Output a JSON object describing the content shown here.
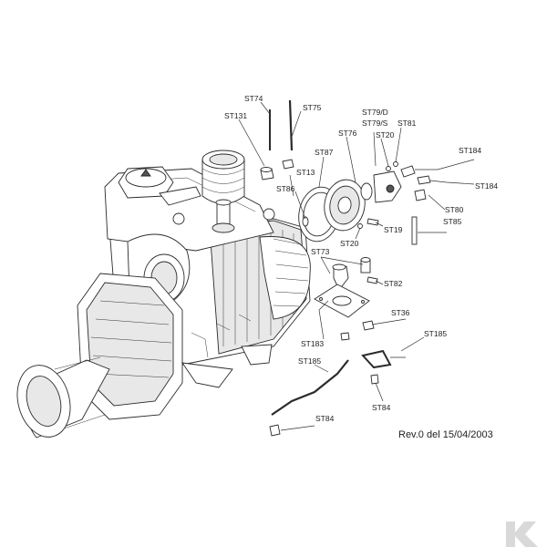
{
  "diagram": {
    "labels": {
      "st74": "ST74",
      "st131": "ST131",
      "st75": "ST75",
      "st79d": "ST79/D",
      "st79s": "ST79/S",
      "st81": "ST81",
      "st76": "ST76",
      "st20a": "ST20",
      "st87": "ST87",
      "st184a": "ST184",
      "st184b": "ST184",
      "st13": "ST13",
      "st86": "ST86",
      "st80": "ST80",
      "st85": "ST85",
      "st19": "ST19",
      "st20b": "ST20",
      "st73": "ST73",
      "st82": "ST82",
      "st36": "ST36",
      "st183": "ST183",
      "st185a": "ST185",
      "st185b": "ST185",
      "st84a": "ST84",
      "st84b": "ST84"
    },
    "revision": "Rev.0 del 15/04/2003"
  },
  "colors": {
    "line": "#333333",
    "brand_logo": "#d9d9d9"
  }
}
